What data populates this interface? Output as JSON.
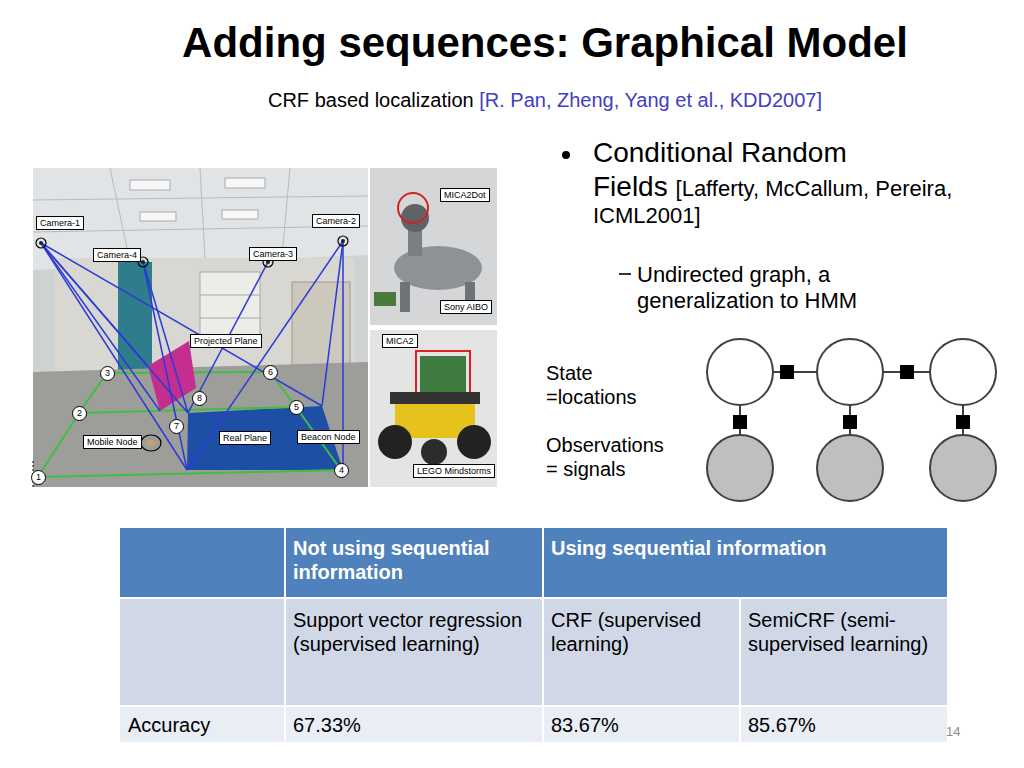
{
  "diagram": {
    "title": "Adding sequences: Graphical Model",
    "nodes": [
      {
        "text": [
          "Camera-1"
        ]
      },
      {
        "text": [
          "Camera-2"
        ]
      },
      {
        "text": [
          "Camera-4"
        ]
      },
      {
        "text": [
          "Camera-3"
        ]
      },
      {
        "text": [
          "MICA2Dot"
        ]
      },
      {
        "text": [
          "Sony AIBO"
        ]
      },
      {
        "text": [
          "MICA2"
        ]
      },
      {
        "text": [
          "Projected Plane"
        ]
      },
      {
        "text": [
          "Mobile Node"
        ]
      },
      {
        "text": [
          "Real Plane"
        ]
      },
      {
        "text": [
          "Beacon Node"
        ]
      },
      {
        "text": [
          "LEGO Mindstorms"
        ]
      }
    ],
    "labels": [
      "CRF based localization",
      "[R. Pan, Zheng, Yang et al., KDD2007]",
      "Conditional Random Fields",
      "[Lafferty, McCallum, Pereira, ICML2001]",
      "Undirected graph, a generalization to HMM",
      "State =locations",
      "Observations = signals",
      "1",
      "2",
      "3",
      "4",
      "5",
      "6",
      "7",
      "8",
      "Not using sequential information",
      "Using sequential information",
      "Support vector regression (supervised learning)",
      "CRF (supervised learning)",
      "SemiCRF (semi-supervised learning)",
      "Accuracy",
      "67.33%",
      "83.67%",
      "85.67%",
      "14"
    ]
  }
}
